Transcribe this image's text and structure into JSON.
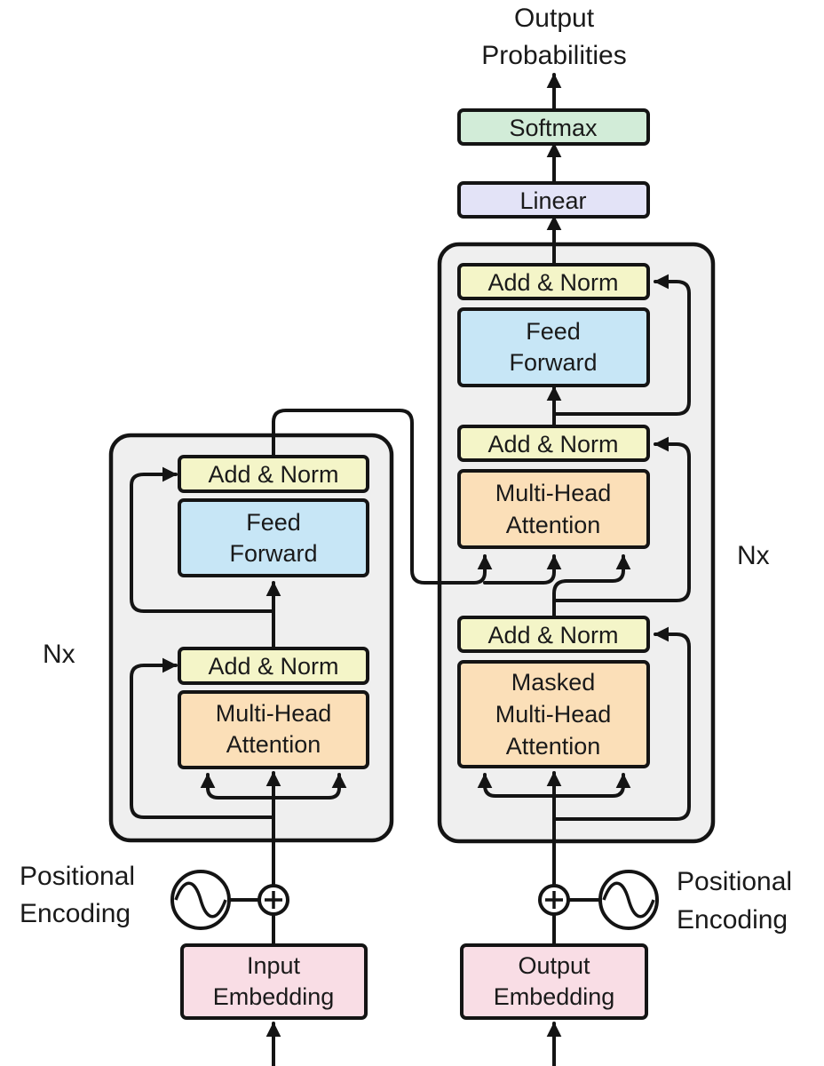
{
  "output": {
    "line1": "Output",
    "line2": "Probabilities"
  },
  "decoder": {
    "softmax": "Softmax",
    "linear": "Linear",
    "add_norm_3": "Add & Norm",
    "feed_forward_1": "Feed",
    "feed_forward_2": "Forward",
    "add_norm_2": "Add & Norm",
    "cross_attention_1": "Multi-Head",
    "cross_attention_2": "Attention",
    "add_norm_1": "Add & Norm",
    "masked_attention_1": "Masked",
    "masked_attention_2": "Multi-Head",
    "masked_attention_3": "Attention",
    "repeat": "Nx",
    "positional_encoding_1": "Positional",
    "positional_encoding_2": "Encoding",
    "embedding_1": "Output",
    "embedding_2": "Embedding"
  },
  "encoder": {
    "add_norm_2": "Add & Norm",
    "feed_forward_1": "Feed",
    "feed_forward_2": "Forward",
    "add_norm_1": "Add & Norm",
    "attention_1": "Multi-Head",
    "attention_2": "Attention",
    "repeat": "Nx",
    "positional_encoding_1": "Positional",
    "positional_encoding_2": "Encoding",
    "embedding_1": "Input",
    "embedding_2": "Embedding"
  },
  "colors": {
    "add_norm": "#f4f5c8",
    "feed_forward": "#c7e6f6",
    "attention": "#fbdfb8",
    "embedding": "#f9dde5",
    "softmax": "#d2ecd8",
    "linear": "#e3e3f7",
    "stack_bg": "#efefef",
    "line": "#141414"
  }
}
